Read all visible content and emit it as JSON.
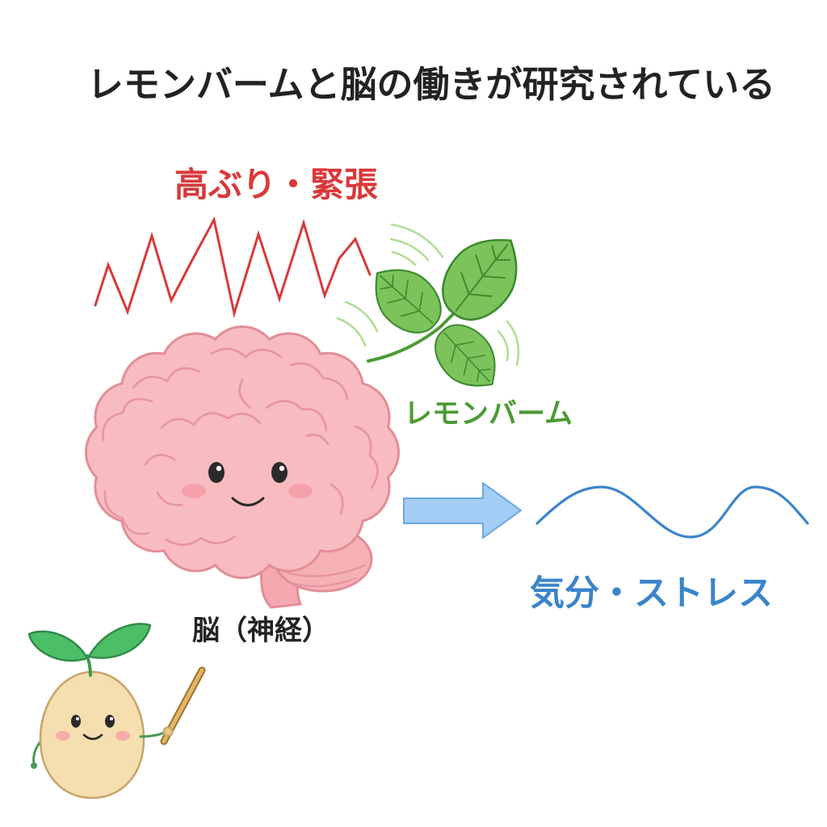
{
  "title": "レモンバームと脳の働きが研究されている",
  "labels": {
    "arousal": "高ぶり・緊張",
    "lemon_balm": "レモンバーム",
    "brain": "脳（神経）",
    "mood": "気分・ストレス"
  },
  "icons": {
    "arousal_line": "zigzag-line-icon",
    "leaves": "lemon-balm-leaf-icon",
    "brain": "brain-icon",
    "arrow": "arrow-right-icon",
    "calm_line": "wave-line-icon",
    "mascot": "sprout-mascot-icon"
  },
  "colors": {
    "title_color": "#222222",
    "arousal_color": "#d9393b",
    "lemon_balm_color": "#4b9a36",
    "brain_label_color": "#222222",
    "mood_color": "#3a84cb",
    "brain_pink": "#f8bcc0",
    "leaf_green": "#7cc35c",
    "arrow_blue": "#a3cdf5"
  }
}
